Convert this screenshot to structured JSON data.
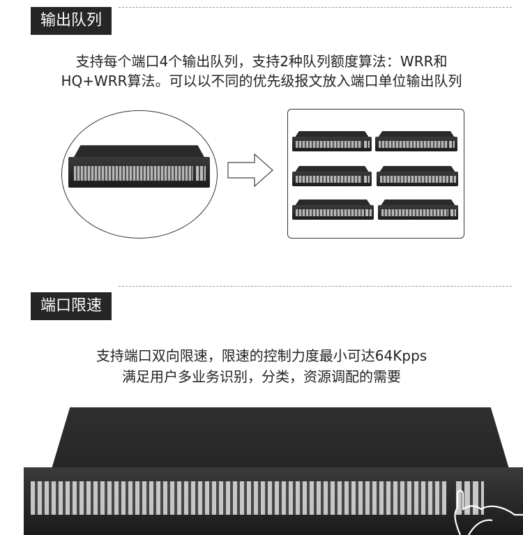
{
  "section1": {
    "title": "输出队列",
    "line1": "支持每个端口4个输出队列，支持2种队列额度算法：WRR和",
    "line2": "HQ+WRR算法。可以以不同的优先级报文放入端口单位输出队列"
  },
  "section2": {
    "title": "端口限速",
    "line1": "支持端口双向限速，限速的控制力度最小可达64Kpps",
    "line2": "满足用户多业务识别，分类，资源调配的需要"
  },
  "icons": {
    "arrow": "right-arrow-icon",
    "hand": "hand-icon"
  },
  "colors": {
    "tag_background": "#262626",
    "device_body": "#2a2a2a"
  }
}
